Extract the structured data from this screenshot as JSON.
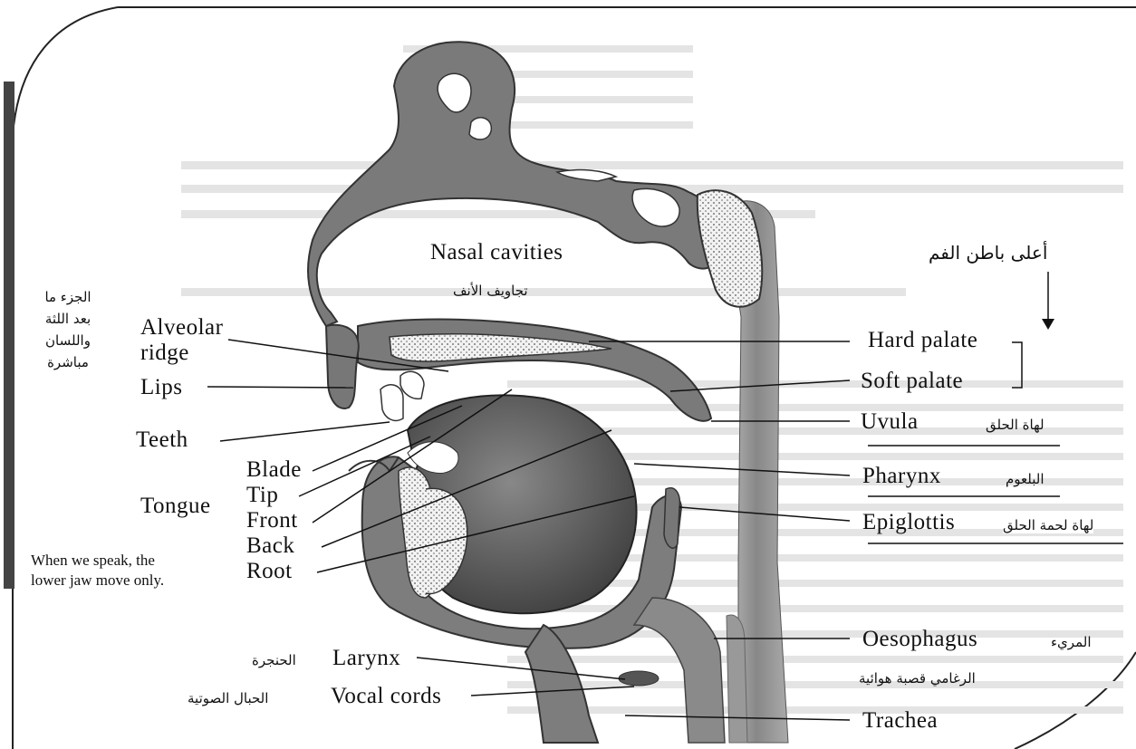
{
  "diagram": {
    "top_arabic_caption": "أعلى باطن الفم",
    "structures": {
      "nasal_cavities": "Nasal cavities",
      "nasal_cavities_ar": "تجاويف الأنف",
      "alveolar_ridge_line1": "Alveolar",
      "alveolar_ridge_line2": "ridge",
      "alveolar_ar": [
        "الجزء ما",
        "بعد اللثة",
        "واللسان",
        "مباشرة"
      ],
      "lips": "Lips",
      "teeth": "Teeth",
      "tongue": "Tongue",
      "blade": "Blade",
      "tip": "Tip",
      "front": "Front",
      "back": "Back",
      "root": "Root",
      "hard_palate": "Hard palate",
      "soft_palate": "Soft palate",
      "uvula": "Uvula",
      "uvula_ar": "لهاة الحلق",
      "pharynx": "Pharynx",
      "pharynx_ar": "البلعوم",
      "epiglottis": "Epiglottis",
      "epiglottis_ar": "لهاة لحمة الحلق",
      "oesophagus": "Oesophagus",
      "oesophagus_ar": "المريء",
      "trachea": "Trachea",
      "trachea_ar": "الرغامي قصبة هوائية",
      "larynx": "Larynx",
      "larynx_ar": "الحنجرة",
      "vocal_cords": "Vocal cords",
      "vocal_cords_ar": "الحبال الصوتية"
    },
    "note_line1": "When we speak, the",
    "note_line2": "lower jaw move only."
  }
}
